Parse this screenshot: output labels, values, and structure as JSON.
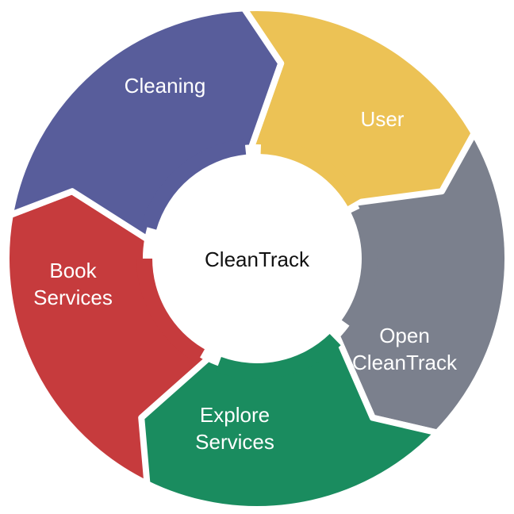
{
  "center": {
    "label": "CleanTrack"
  },
  "segments": [
    {
      "id": "user",
      "lines": [
        "User"
      ],
      "color": "#ECC255"
    },
    {
      "id": "open-cleantrack",
      "lines": [
        "Open",
        "CleanTrack"
      ],
      "color": "#7B808D"
    },
    {
      "id": "explore-services",
      "lines": [
        "Explore",
        "Services"
      ],
      "color": "#1A8C5F"
    },
    {
      "id": "book-services",
      "lines": [
        "Book",
        "Services"
      ],
      "color": "#C63B3D"
    },
    {
      "id": "cleaning",
      "lines": [
        "Cleaning"
      ],
      "color": "#585D9B"
    }
  ]
}
